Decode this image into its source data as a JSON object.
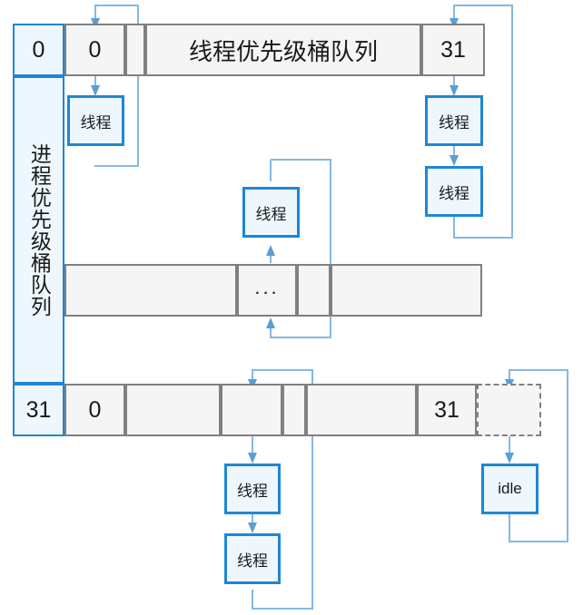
{
  "diagram": {
    "title": "线程优先级桶队列",
    "sidebar_label": "进程优先级桶队列",
    "process_rows": [
      {
        "index": "0"
      },
      {
        "index": "31"
      }
    ],
    "rows": [
      {
        "name": "row-priority-0",
        "process_index": "0",
        "cells": [
          {
            "label": "0"
          },
          {
            "label": ""
          },
          {
            "label": "线程优先级桶队列"
          },
          {
            "label": "31"
          }
        ],
        "nodes": [
          {
            "label": "线程"
          },
          {
            "label": "线程"
          },
          {
            "label": "线程"
          }
        ]
      },
      {
        "name": "row-ellipsis",
        "process_index": "",
        "cells": [
          {
            "label": ""
          },
          {
            "label": "..."
          },
          {
            "label": ""
          },
          {
            "label": ""
          }
        ],
        "nodes": [
          {
            "label": "线程"
          }
        ]
      },
      {
        "name": "row-priority-31",
        "process_index": "31",
        "cells": [
          {
            "label": "0"
          },
          {
            "label": ""
          },
          {
            "label": ""
          },
          {
            "label": ""
          },
          {
            "label": ""
          },
          {
            "label": "31"
          },
          {
            "label": ""
          }
        ],
        "nodes": [
          {
            "label": "线程"
          },
          {
            "label": "线程"
          },
          {
            "label": "idle"
          }
        ]
      }
    ],
    "labels": {
      "thread": "线程",
      "idle": "idle",
      "ellipsis": "...",
      "index_zero": "0",
      "index_thirtyone": "31"
    },
    "colors": {
      "accent_blue": "#1f86d4",
      "node_fill": "#eef7fd",
      "cell_fill": "#f5f5f5",
      "cell_border": "#808080",
      "wire": "#85b8e3",
      "arrow_head": "#5a9fd4"
    }
  }
}
